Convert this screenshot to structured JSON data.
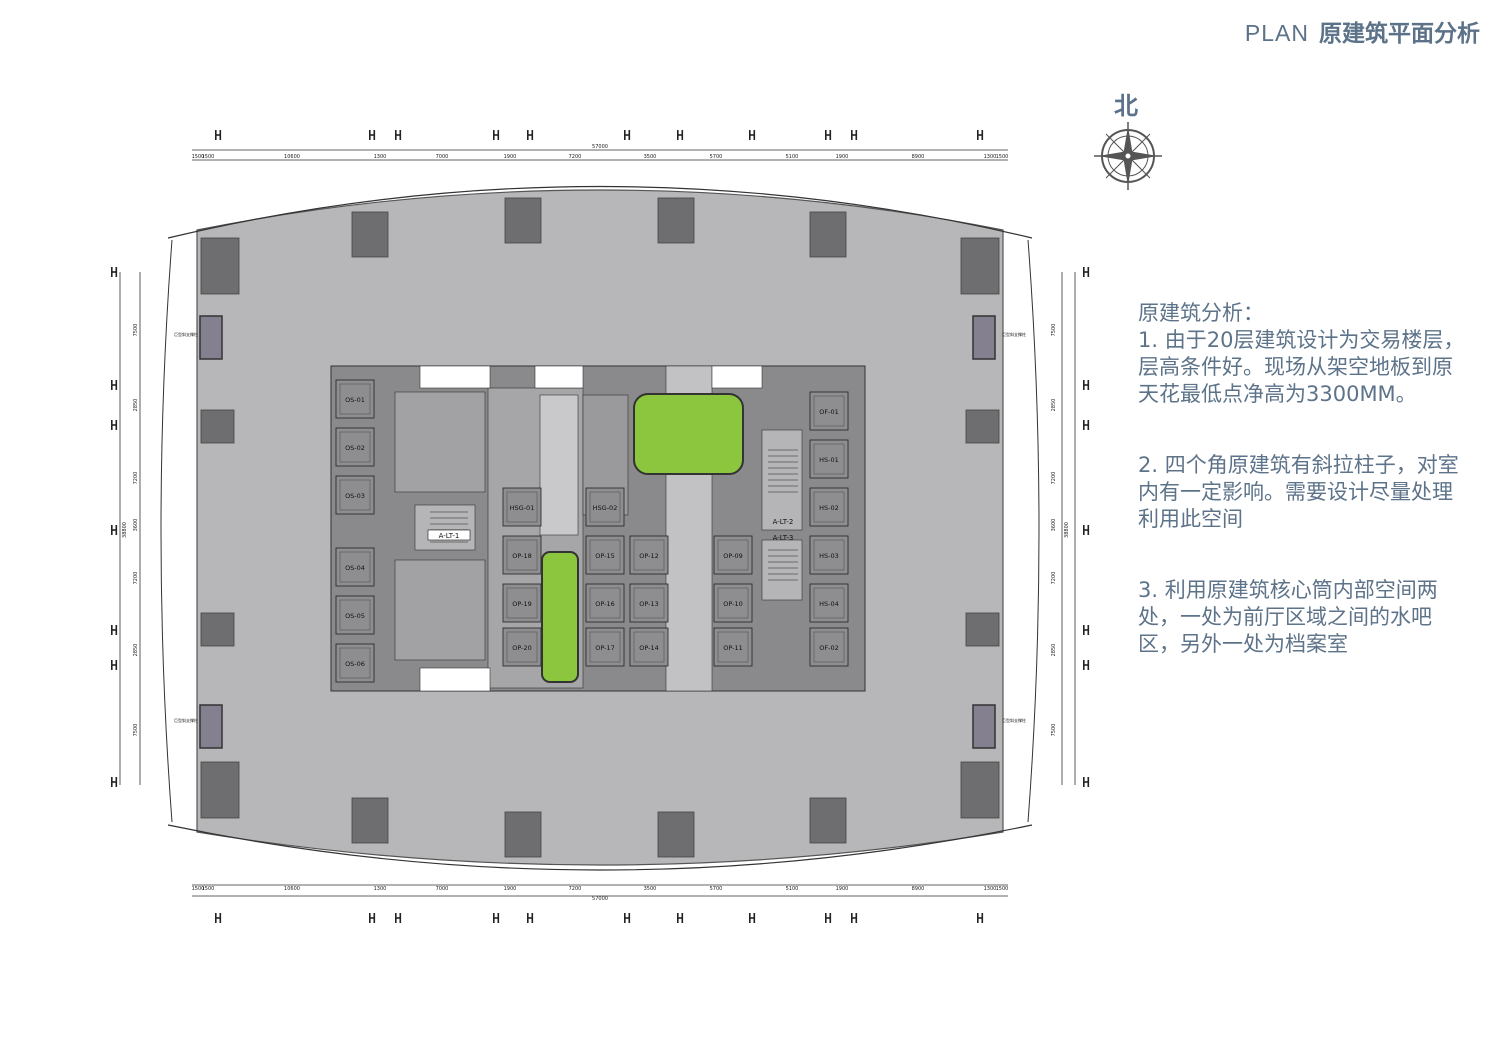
{
  "header": {
    "plan": "PLAN",
    "title": "原建筑平面分析"
  },
  "north": {
    "label": "北"
  },
  "notes": {
    "heading": "原建筑分析：",
    "items": [
      "1. 由于20层建筑设计为交易楼层，层高条件好。现场从架空地板到原天花最低点净高为3300MM。",
      "2. 四个角原建筑有斜拉柱子，对室内有一定影响。需要设计尽量处理利用此空间",
      "3. 利用原建筑核心筒内部空间两处，一处为前厅区域之间的水吧区，另外一处为档案室"
    ]
  },
  "plan": {
    "dim_total": "57000",
    "dims_top": [
      "1500",
      "1500",
      "10600",
      "1300",
      "7000",
      "1900",
      "7200",
      "3500",
      "5700",
      "5100",
      "1900",
      "8900",
      "1300",
      "1500"
    ],
    "dims_side": [
      "7500",
      "2850",
      "7200",
      "3600",
      "7200",
      "2850",
      "7500"
    ],
    "dim_side_total": "38800",
    "shaft_labels": [
      "OS-01",
      "OS-02",
      "OS-03",
      "OS-04",
      "OS-05",
      "OS-06",
      "HSG-01",
      "HSG-02",
      "OP-18",
      "OP-19",
      "OP-20",
      "OP-15",
      "OP-16",
      "OP-17",
      "OP-12",
      "OP-13",
      "OP-14",
      "OP-09",
      "OP-10",
      "OP-11",
      "OF-01",
      "OF-02",
      "HS-01",
      "HS-02",
      "HS-03",
      "HS-04"
    ],
    "stair_labels": [
      "A-LT-1",
      "A-LT-2",
      "A-LT-3"
    ],
    "corner_note": "巨型斜支撑柱",
    "highlight_color": "#8cc63f",
    "floor_color": "#b7b7b9",
    "core_color": "#7e7e80"
  }
}
